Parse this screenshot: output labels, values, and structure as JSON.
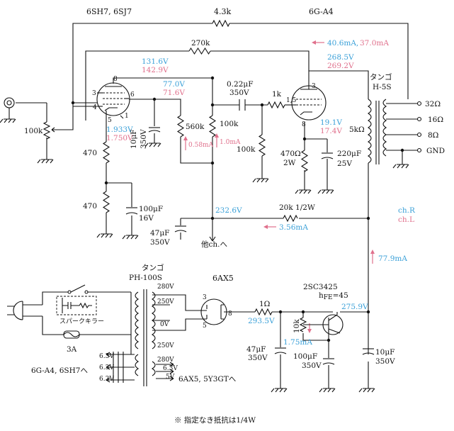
{
  "labels": {
    "tube_v1": "6SH7, 6SJ7",
    "r_feedback_top": "4.3k",
    "tube_v2": "6G-A4",
    "r_270k": "270k",
    "v_plate_v1_r": "131.6V",
    "v_plate_v1_l": "142.9V",
    "v_v2_plate_r": "268.5V",
    "v_v2_plate_l": "269.2V",
    "i_v2": "40.6mA,",
    "i_v2_l": "37.0mA",
    "transformer_out_brand": "タンゴ",
    "transformer_out_model": "H-5S",
    "v_screen_r": "77.0V",
    "v_screen_l": "71.6V",
    "cap_coupling": "0.22μF",
    "cap_coupling_v": "350V",
    "r_1k": "1k",
    "pin_15": "1,5",
    "tap_32": "32Ω",
    "tap_16": "16Ω",
    "tap_8": "8Ω",
    "tap_gnd": "GND",
    "pot_100k": "100k",
    "v_cath_v1_r": "1.933V",
    "v_cath_v1_l": "1.750V",
    "cap_10uf": "10μF",
    "cap_10uf_v": "350V",
    "r_560k": "560k",
    "r_100k_plate": "100k",
    "i_058": "0.58mA",
    "i_10": "1.0mA",
    "r_100k_grid": "100k",
    "v_v2_cath_r": "19.1V",
    "v_v2_cath_l": "17.4V",
    "out_5k": "5kΩ",
    "r_470_top": "470",
    "r_470_cath": "470Ω",
    "r_470_cath_w": "2W",
    "cap_220": "220μF",
    "cap_220_v": "25V",
    "r_470_bot": "470",
    "cap_100uf_16": "100μF",
    "cap_100uf_16_v": "16V",
    "v_232": "232.6V",
    "r_20k": "20k 1/2W",
    "i_356": "3.56mA",
    "legend_r": "ch.R",
    "legend_l": "ch.L",
    "cap_47": "47μF",
    "cap_47_v": "350V",
    "other_ch": "他ch.へ",
    "i_779": "77.9mA",
    "pt_brand": "タンゴ",
    "pt_model": "PH-100S",
    "rect_tube": "6AX5",
    "v_280a": "280V",
    "v_250a": "250V",
    "v_0": "0V",
    "v_250b": "250V",
    "v_280b": "280V",
    "pin_3": "3",
    "pin_5": "5",
    "pin_8": "8",
    "spark_killer": "スパークキラー",
    "r_1ohm": "1Ω",
    "v_2935": "293.5V",
    "transistor": "2SC3425",
    "hfe": "h",
    "hfe_sub": "FE",
    "hfe_val": "=45",
    "v_2759": "275.9V",
    "r_10k": "10k",
    "i_175": "1.75mA",
    "fuse": "3A",
    "heater_63a": "6.3V",
    "heater_63b": "6.3V",
    "heater_63c": "6.3V",
    "heater_63d": "6.3V",
    "heater_5v": "5V",
    "cap_47b": "47μF",
    "cap_47b_v": "350V",
    "cap_100b": "100μF",
    "cap_100b_v": "350V",
    "cap_10b": "10μF",
    "cap_10b_v": "350V",
    "heater_to_a": "6G-A4, 6SH7へ",
    "heater_to_b": "6AX5, 5Y3GTへ",
    "note": "※ 指定なき抵抗は1/4W",
    "pin_v1_8": "8",
    "pin_v1_3": "3",
    "pin_v1_6": "6",
    "pin_v1_4": "4",
    "pin_v1_1": "1",
    "pin_v1_5": "5",
    "pin_v2_3": "3",
    "pin_v2_8": "8"
  },
  "colors": {
    "ch_r": "#3aa0d8",
    "ch_l": "#e0708c",
    "wire": "#111111"
  }
}
